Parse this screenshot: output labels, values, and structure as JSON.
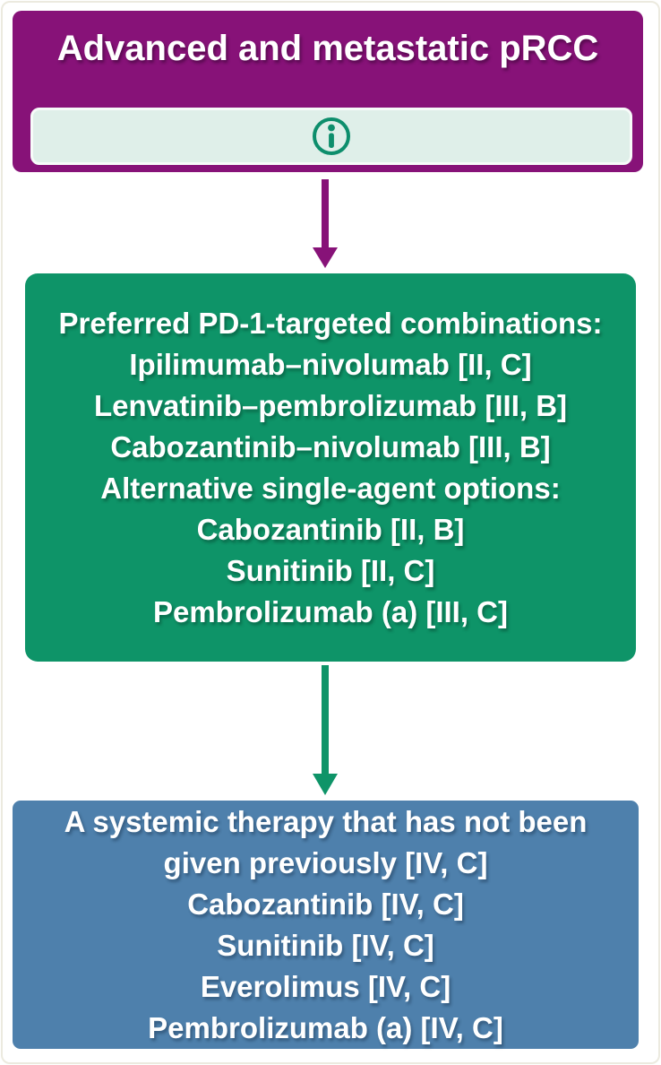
{
  "palette": {
    "purple": "#871278",
    "green": "#0e9468",
    "blue": "#4e80ac",
    "mint": "#dfefe9",
    "teal_icon": "#0d8e6c",
    "text_white": "#ffffff"
  },
  "top_box": {
    "title": "Advanced and metastatic pRCC",
    "info_icon": "info-icon"
  },
  "middle_box": {
    "lines": [
      "Preferred PD-1-targeted combinations:",
      "Ipilimumab–nivolumab [II, C]",
      "Lenvatinib–pembrolizumab [III, B]",
      "Cabozantinib–nivolumab [III, B]",
      "Alternative single-agent options:",
      "Cabozantinib [II, B]",
      "Sunitinib [II, C]",
      "Pembrolizumab (a) [III, C]"
    ]
  },
  "bottom_box": {
    "lines": [
      "A systemic therapy that has not been given previously [IV, C]",
      "Cabozantinib [IV, C]",
      "Sunitinib [IV, C]",
      "Everolimus [IV, C]",
      "Pembrolizumab (a) [IV, C]"
    ]
  }
}
